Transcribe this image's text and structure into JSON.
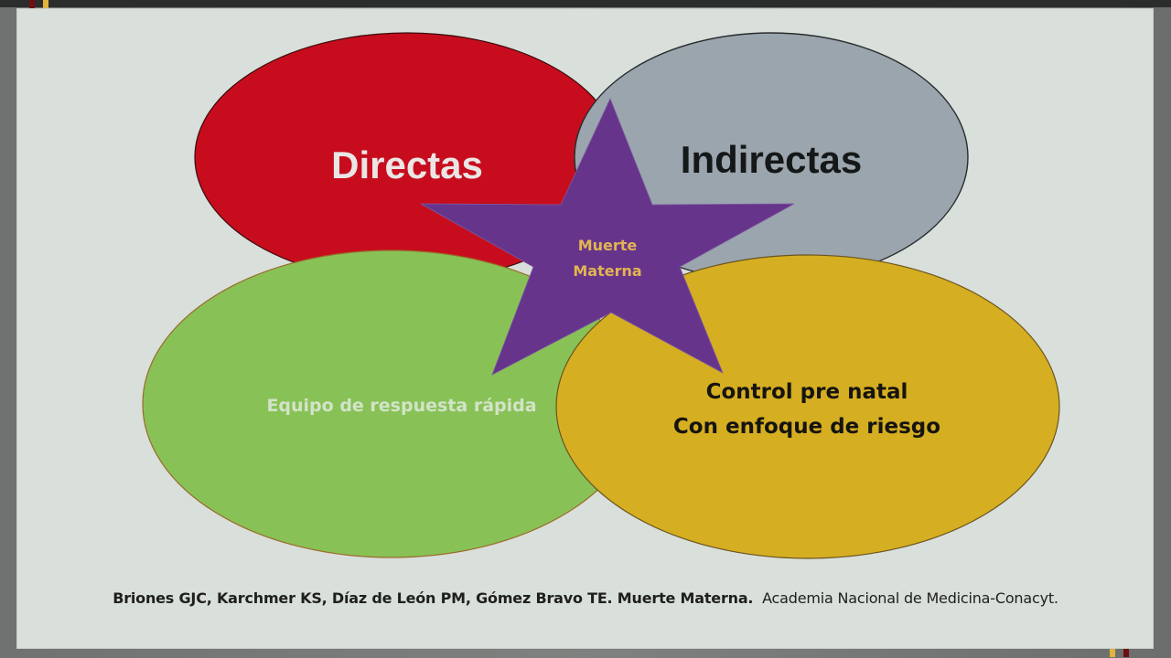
{
  "slide": {
    "background": "#d9dfda",
    "frame_color": "#7a7d7b",
    "markers": {
      "top_left": [
        "#6e0f12",
        "#e2b43c"
      ],
      "bottom_right": [
        "#e2b43c",
        "#6e0f12"
      ]
    }
  },
  "diagram": {
    "center_star": {
      "label_line1": "Muerte",
      "label_line2": "Materna",
      "fill": "#67348c",
      "text_color": "#e2b451"
    },
    "ellipses": [
      {
        "id": "directas",
        "label": "Directas",
        "fill": "#c70d1d",
        "text_color": "#ebe6e6",
        "position": "top-left"
      },
      {
        "id": "indirectas",
        "label": "Indirectas",
        "fill": "#9ba5ad",
        "text_color": "#151818",
        "position": "top-right"
      },
      {
        "id": "equipo",
        "label": "Equipo de respuesta rápida",
        "fill": "#88c257",
        "text_color": "#d3e3c8",
        "position": "bottom-left"
      },
      {
        "id": "control",
        "label_line1": "Control pre natal",
        "label_line2": "Con enfoque de riesgo",
        "fill": "#d5ae22",
        "text_color": "#161410",
        "position": "bottom-right"
      }
    ]
  },
  "citation": {
    "authors_bold": "Briones GJC, Karchmer KS, Díaz de León PM, Gómez Bravo TE. Muerte Materna.",
    "source": "Academia Nacional de Medicina-Conacyt."
  }
}
